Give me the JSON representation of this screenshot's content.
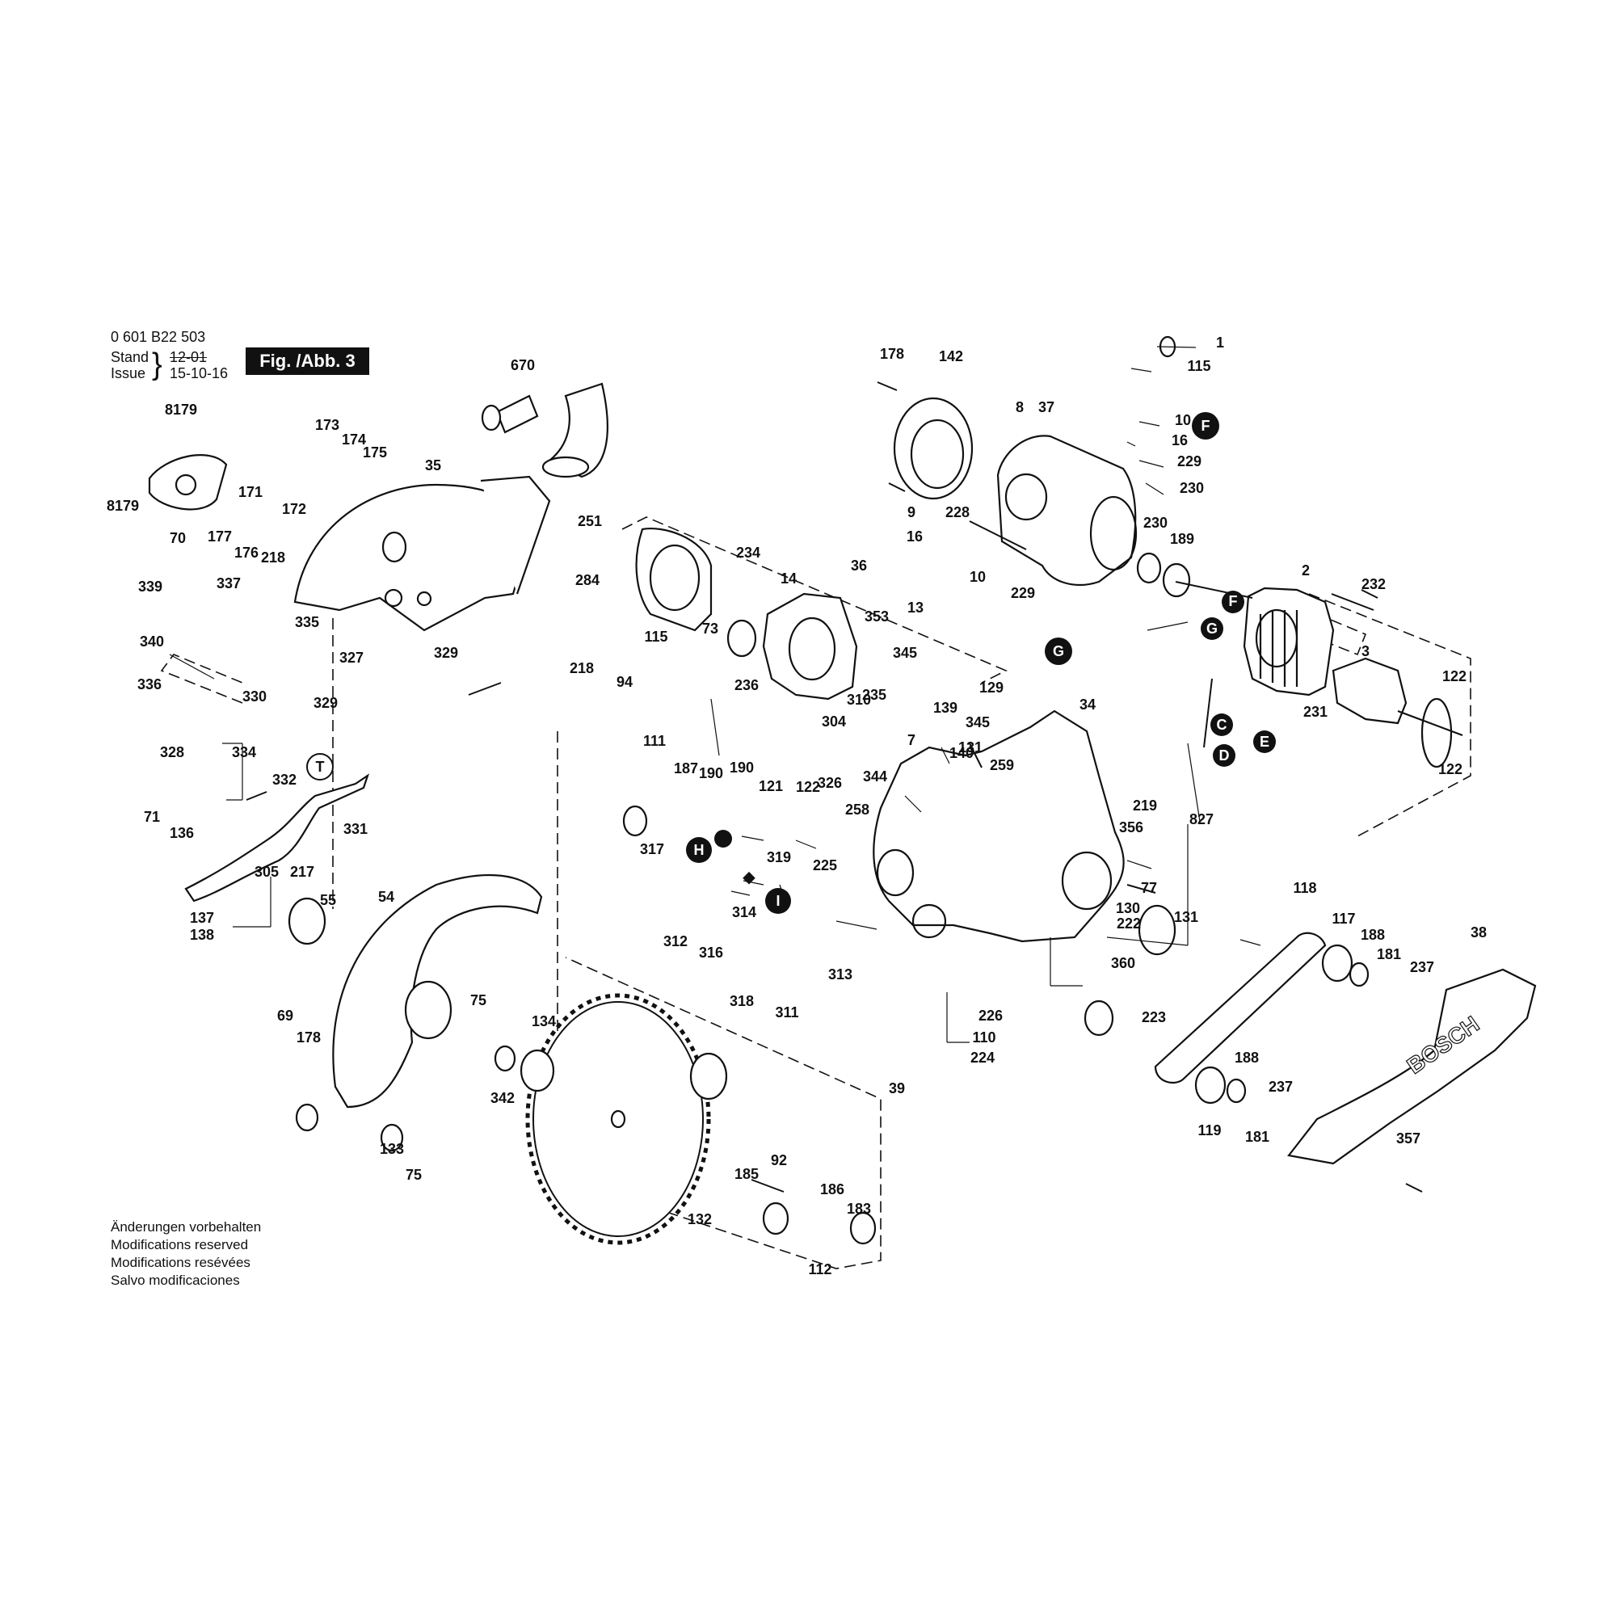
{
  "header": {
    "doc_number": "0 601 B22 503",
    "stand_label": "Stand",
    "stand_value": "12-01",
    "issue_label": "Issue",
    "issue_value": "15-10-16",
    "figure_label": "Fig. /Abb. 3"
  },
  "notes": [
    "Änderungen vorbehalten",
    "Modifications reserved",
    "Modifications resévées",
    "Salvo modificaciones"
  ],
  "brand_text": "BOSCH",
  "callout_circles": [
    "F",
    "G",
    "F",
    "G",
    "C",
    "D",
    "E",
    "H",
    "I",
    "T"
  ],
  "colors": {
    "ink": "#111111",
    "paper": "#ffffff",
    "shade": "#9a9a9a"
  },
  "labels": [
    "670",
    "8179",
    "8179",
    "70",
    "173",
    "174",
    "175",
    "35",
    "177",
    "171",
    "176",
    "172",
    "251",
    "284",
    "218",
    "339",
    "337",
    "340",
    "336",
    "330",
    "335",
    "327",
    "329",
    "329",
    "328",
    "334",
    "332",
    "331",
    "71",
    "136",
    "137",
    "138",
    "305",
    "217",
    "55",
    "54",
    "69",
    "178",
    "75",
    "134",
    "342",
    "133",
    "75",
    "178",
    "142",
    "37",
    "8",
    "1",
    "115",
    "10",
    "16",
    "229",
    "230",
    "9",
    "228",
    "16",
    "10",
    "229",
    "230",
    "189",
    "13",
    "115",
    "73",
    "234",
    "14",
    "36",
    "353",
    "236",
    "310",
    "235",
    "345",
    "129",
    "139",
    "304",
    "345",
    "7",
    "140",
    "344",
    "131",
    "259",
    "34",
    "219",
    "827",
    "232",
    "2",
    "3",
    "122",
    "231",
    "122",
    "218",
    "94",
    "111",
    "187",
    "190",
    "190",
    "121",
    "122",
    "326",
    "258",
    "317",
    "319",
    "225",
    "312",
    "314",
    "316",
    "318",
    "311",
    "313",
    "39",
    "226",
    "110",
    "224",
    "356",
    "77",
    "130",
    "222",
    "360",
    "131",
    "118",
    "117",
    "188",
    "181",
    "237",
    "38",
    "223",
    "188",
    "237",
    "119",
    "181",
    "357",
    "132",
    "185",
    "92",
    "186",
    "183",
    "112"
  ]
}
